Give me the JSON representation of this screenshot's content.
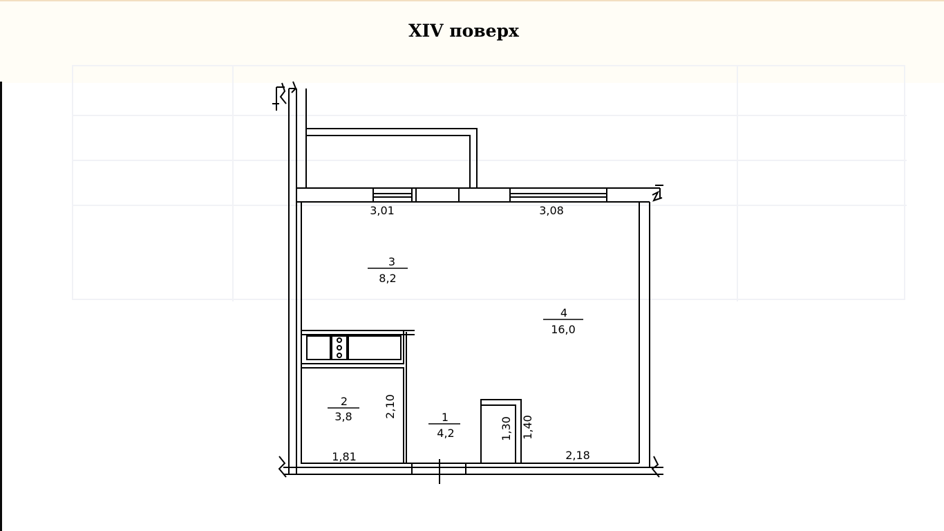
{
  "floor_title": "XIV поверх",
  "rooms": [
    {
      "number": "1",
      "area": "4,2"
    },
    {
      "number": "2",
      "area": "3,8"
    },
    {
      "number": "3",
      "area": "8,2"
    },
    {
      "number": "4",
      "area": "16,0"
    }
  ],
  "dimensions": {
    "top_left": "3,01",
    "top_right": "3,08",
    "bottom_left": "1,81",
    "bottom_right": "2,18",
    "room2_height": "2,10",
    "room1_height_a": "1,30",
    "room1_height_b": "1,40"
  },
  "colors": {
    "wall": "#000000",
    "top_band": "#fffdf6",
    "watermark_text": "#e8eaf1"
  }
}
